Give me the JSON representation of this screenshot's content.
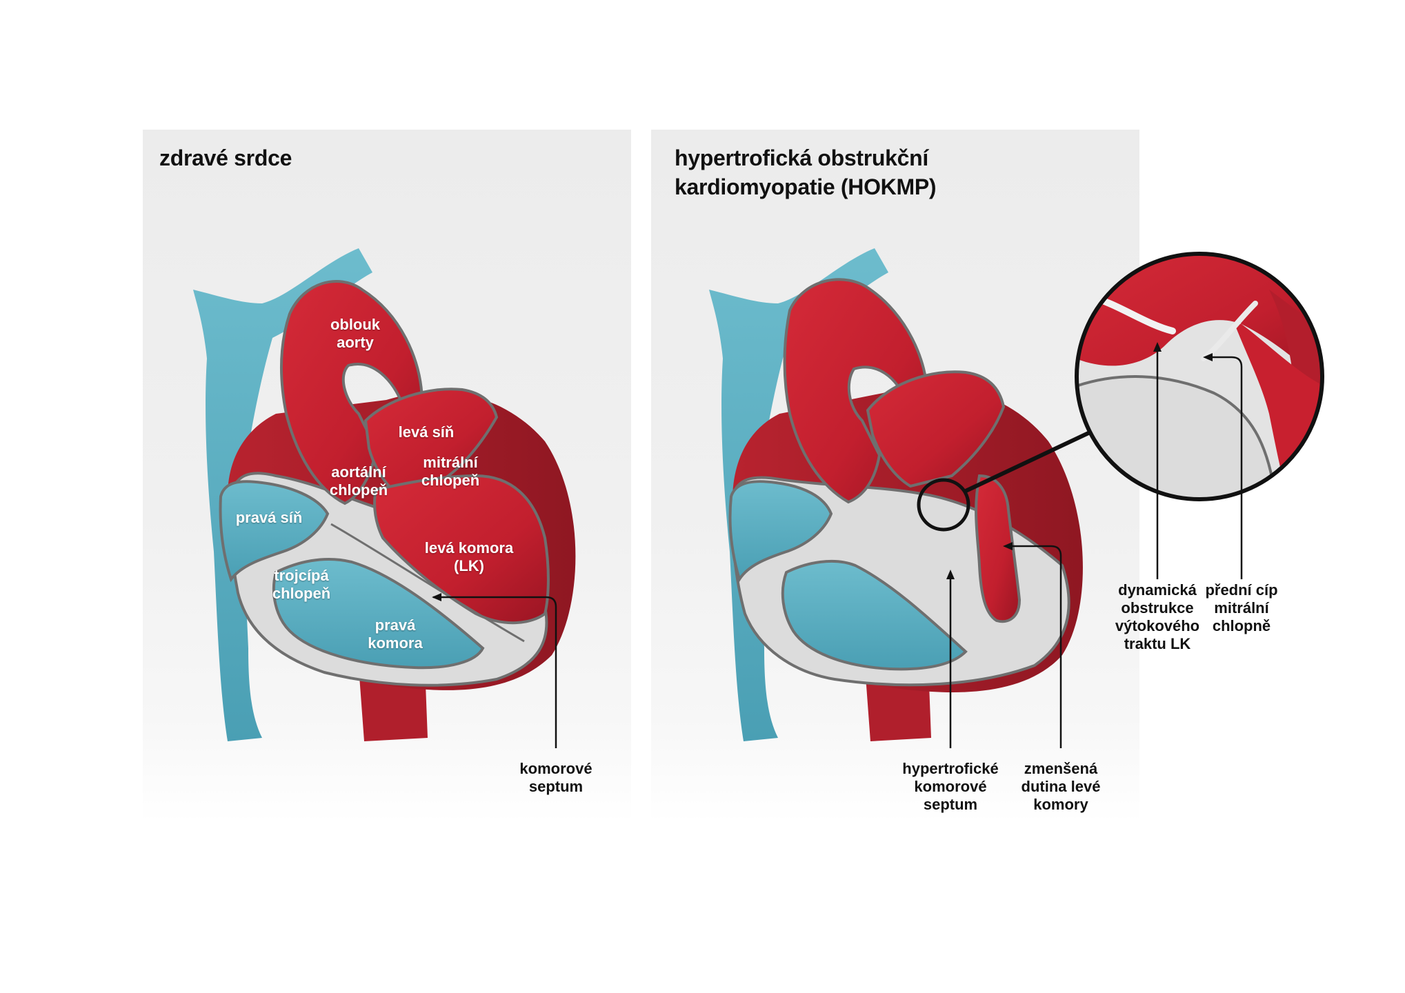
{
  "panels": {
    "healthy": {
      "title": "zdravé srdce",
      "labels": {
        "aortic_arch": [
          "oblouk",
          "aorty"
        ],
        "left_atrium": [
          "levá síň"
        ],
        "aortic_valve": [
          "aortální",
          "chlopeň"
        ],
        "mitral_valve": [
          "mitrální",
          "chlopeň"
        ],
        "right_atrium": [
          "pravá síň"
        ],
        "left_ventricle": [
          "levá komora",
          "(LK)"
        ],
        "tricuspid_valve": [
          "trojcípá",
          "chlopeň"
        ],
        "right_ventricle": [
          "pravá",
          "komora"
        ],
        "septum": [
          "komorové",
          "septum"
        ]
      }
    },
    "hocm": {
      "title_lines": [
        "hypertrofická obstrukční",
        "kardiomyopatie (HOKMP)"
      ],
      "labels": {
        "hypertrophic_septum": [
          "hypertrofické",
          "komorové",
          "septum"
        ],
        "reduced_cavity": [
          "zmenšená",
          "dutina levé",
          "komory"
        ],
        "outflow_obstruction": [
          "dynamická",
          "obstrukce",
          "výtokového",
          "traktu LK"
        ],
        "mitral_leaflet": [
          "přední cíp",
          "mitrální",
          "chlopně"
        ]
      }
    }
  },
  "colors": {
    "red": "#c8202f",
    "dark_red": "#8e1421",
    "blue": "#58aec1",
    "blue_light": "#86c8d6",
    "septum_gray": "#dedede",
    "outline": "#6f6f6f"
  }
}
